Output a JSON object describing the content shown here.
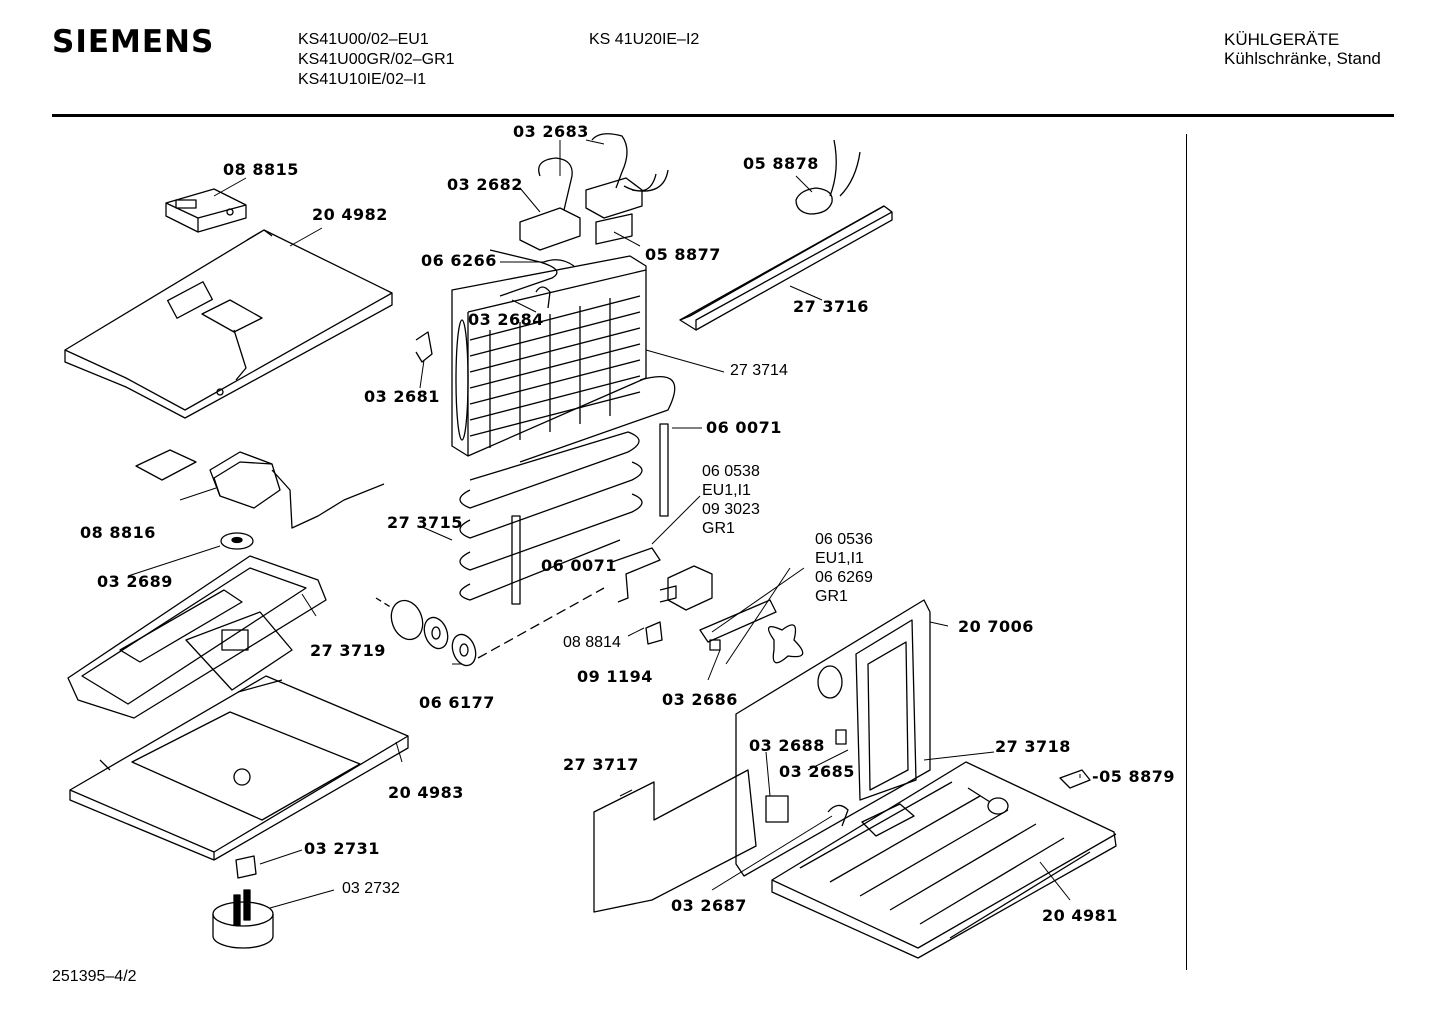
{
  "header": {
    "brand": "SIEMENS",
    "models_col1": [
      "KS41U00/02–EU1",
      "KS41U00GR/02–GR1",
      "KS41U10IE/02–I1"
    ],
    "models_col2": "KS 41U20IE–I2",
    "category_line1": "KÜHLGERÄTE",
    "category_line2": "Kühlschränke, Stand"
  },
  "footer": {
    "doc_number": "251395–4/2"
  },
  "parts": {
    "p088815": "08 8815",
    "p204982": "20 4982",
    "p032683": "03 2683",
    "p032682": "03 2682",
    "p058878": "05 8878",
    "p066266": "06 6266",
    "p058877": "05 8877",
    "p032684": "03 2684",
    "p273716": "27 3716",
    "p273714": "27 3714",
    "p032681": "03 2681",
    "p060071a": "06 0071",
    "p060538": [
      "06 0538",
      "EU1,I1",
      "09 3023",
      "GR1"
    ],
    "p088816": "08 8816",
    "p273715": "27 3715",
    "p032689": "03 2689",
    "p060071b": "06 0071",
    "p060536": [
      "06 0536",
      "EU1,I1",
      "06 6269",
      "GR1"
    ],
    "p273719": "27 3719",
    "p088814": "08 8814",
    "p207006": "20 7006",
    "p091194": "09 1194",
    "p066177": "06 6177",
    "p032686": "03 2686",
    "p204983": "20 4983",
    "p032688": "03 2688",
    "p273718": "27 3718",
    "p273717": "27 3717",
    "p032685": "03 2685",
    "p058879": "-05 8879",
    "p032731": "03 2731",
    "p032732": "03 2732",
    "p032687": "03 2687",
    "p204981": "20 4981"
  }
}
